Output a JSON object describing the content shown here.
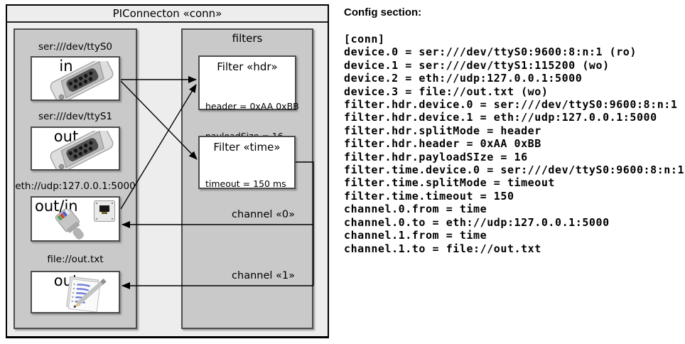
{
  "colors": {
    "outer_fill": "#ededed",
    "group_fill": "#c9c9c9",
    "box_border": "#4d4d4d",
    "line": "#000000"
  },
  "diagram": {
    "title": "PIConnecton «conn»",
    "devices": [
      {
        "label": "ser:///dev/ttyS0",
        "direction": "in",
        "icon": "serial-connector"
      },
      {
        "label": "ser:///dev/ttyS1",
        "direction": "out",
        "icon": "serial-connector"
      },
      {
        "label": "eth://udp:127.0.0.1:5000",
        "direction": "out/in",
        "icon": "ethernet-connector"
      },
      {
        "label": "file://out.txt",
        "direction": "out",
        "icon": "notepad-pencil"
      }
    ],
    "filters": {
      "title": "filters",
      "items": [
        {
          "title": "Filter «hdr»",
          "prop_0": "header = 0xAA 0xBB",
          "prop_1": "payloadSize = 16"
        },
        {
          "title": "Filter «time»",
          "prop_0": "timeout = 150 ms"
        }
      ]
    },
    "channels": [
      {
        "label": "channel «0»"
      },
      {
        "label": "channel «1»"
      }
    ]
  },
  "config": {
    "heading": "Config section:",
    "lines": [
      "[conn]",
      "device.0 = ser:///dev/ttyS0:9600:8:n:1 (ro)",
      "device.1 = ser:///dev/ttyS1:115200 (wo)",
      "device.2 = eth://udp:127.0.0.1:5000",
      "device.3 = file://out.txt (wo)",
      "filter.hdr.device.0 = ser:///dev/ttyS0:9600:8:n:1",
      "filter.hdr.device.1 = eth://udp:127.0.0.1:5000",
      "filter.hdr.splitMode = header",
      "filter.hdr.header = 0xAA 0xBB",
      "filter.hdr.payloadSIze = 16",
      "filter.time.device.0 = ser:///dev/ttyS0:9600:8:n:1",
      "filter.time.splitMode = timeout",
      "filter.time.timeout = 150",
      "channel.0.from = time",
      "channel.0.to = eth://udp:127.0.0.1:5000",
      "channel.1.from = time",
      "channel.1.to = file://out.txt"
    ]
  }
}
